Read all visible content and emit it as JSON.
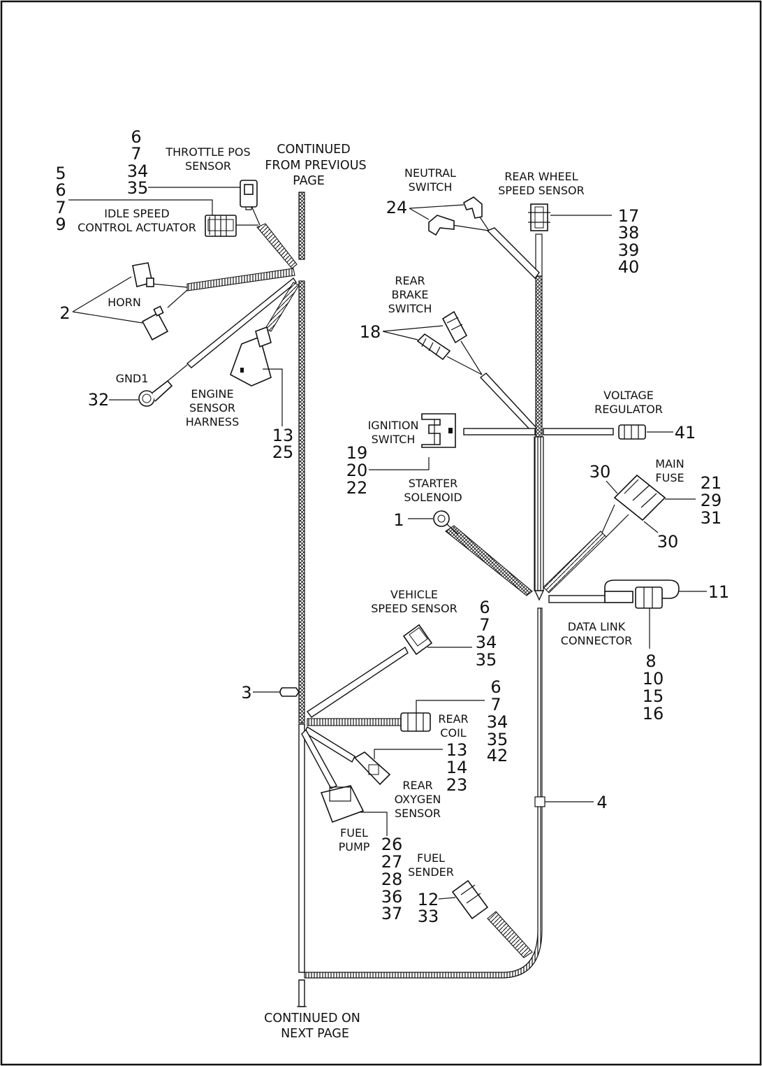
{
  "colors": {
    "ink": "#111111",
    "background": "#ffffff"
  },
  "labels": {
    "continued_from": [
      "CONTINUED",
      "FROM PREVIOUS",
      "PAGE"
    ],
    "continued_on": [
      "CONTINUED ON",
      "NEXT PAGE"
    ],
    "throttle_pos": [
      "THROTTLE POS",
      "SENSOR"
    ],
    "idle_speed": [
      "IDLE SPEED",
      "CONTROL ACTUATOR"
    ],
    "horn": [
      "HORN"
    ],
    "gnd1": [
      "GND1"
    ],
    "engine_sensor": [
      "ENGINE",
      "SENSOR",
      "HARNESS"
    ],
    "neutral_switch": [
      "NEUTRAL",
      "SWITCH"
    ],
    "rear_wheel_speed": [
      "REAR WHEEL",
      "SPEED SENSOR"
    ],
    "rear_brake": [
      "REAR",
      "BRAKE",
      "SWITCH"
    ],
    "voltage_regulator": [
      "VOLTAGE",
      "REGULATOR"
    ],
    "ignition_switch": [
      "IGNITION",
      "SWITCH"
    ],
    "starter_solenoid": [
      "STARTER",
      "SOLENOID"
    ],
    "main_fuse": [
      "MAIN",
      "FUSE"
    ],
    "data_link": [
      "DATA LINK",
      "CONNECTOR"
    ],
    "vehicle_speed": [
      "VEHICLE",
      "SPEED SENSOR"
    ],
    "rear_coil": [
      "REAR",
      "COIL"
    ],
    "rear_oxygen": [
      "REAR",
      "OXYGEN",
      "SENSOR"
    ],
    "fuel_pump": [
      "FUEL",
      "PUMP"
    ],
    "fuel_sender": [
      "FUEL",
      "SENDER"
    ]
  },
  "callouts": {
    "throttle_pos": [
      "6",
      "7",
      "34",
      "35"
    ],
    "idle_speed": [
      "5",
      "6",
      "7",
      "9"
    ],
    "horn": [
      "2"
    ],
    "gnd1": [
      "32"
    ],
    "engine_sensor": [
      "13",
      "25"
    ],
    "neutral_switch": [
      "24"
    ],
    "rear_wheel_speed": [
      "17",
      "38",
      "39",
      "40"
    ],
    "rear_brake": [
      "18"
    ],
    "voltage_regulator": [
      "41"
    ],
    "ignition_switch": [
      "19",
      "20",
      "22"
    ],
    "main_fuse_top": [
      "30"
    ],
    "main_fuse_right": [
      "21",
      "29",
      "31"
    ],
    "main_fuse_bottom": [
      "30"
    ],
    "starter_solenoid": [
      "1"
    ],
    "data_link_right": [
      "11"
    ],
    "data_link_bottom": [
      "8",
      "10",
      "15",
      "16"
    ],
    "vehicle_speed": [
      "6",
      "7",
      "34",
      "35"
    ],
    "clip": [
      "3"
    ],
    "rear_coil": [
      "6",
      "7",
      "34",
      "35",
      "42"
    ],
    "rear_oxygen": [
      "13",
      "14",
      "23"
    ],
    "cable_strap": [
      "4"
    ],
    "fuel_pump": [
      "26",
      "27",
      "28",
      "36",
      "37"
    ],
    "fuel_sender": [
      "12",
      "33"
    ]
  }
}
